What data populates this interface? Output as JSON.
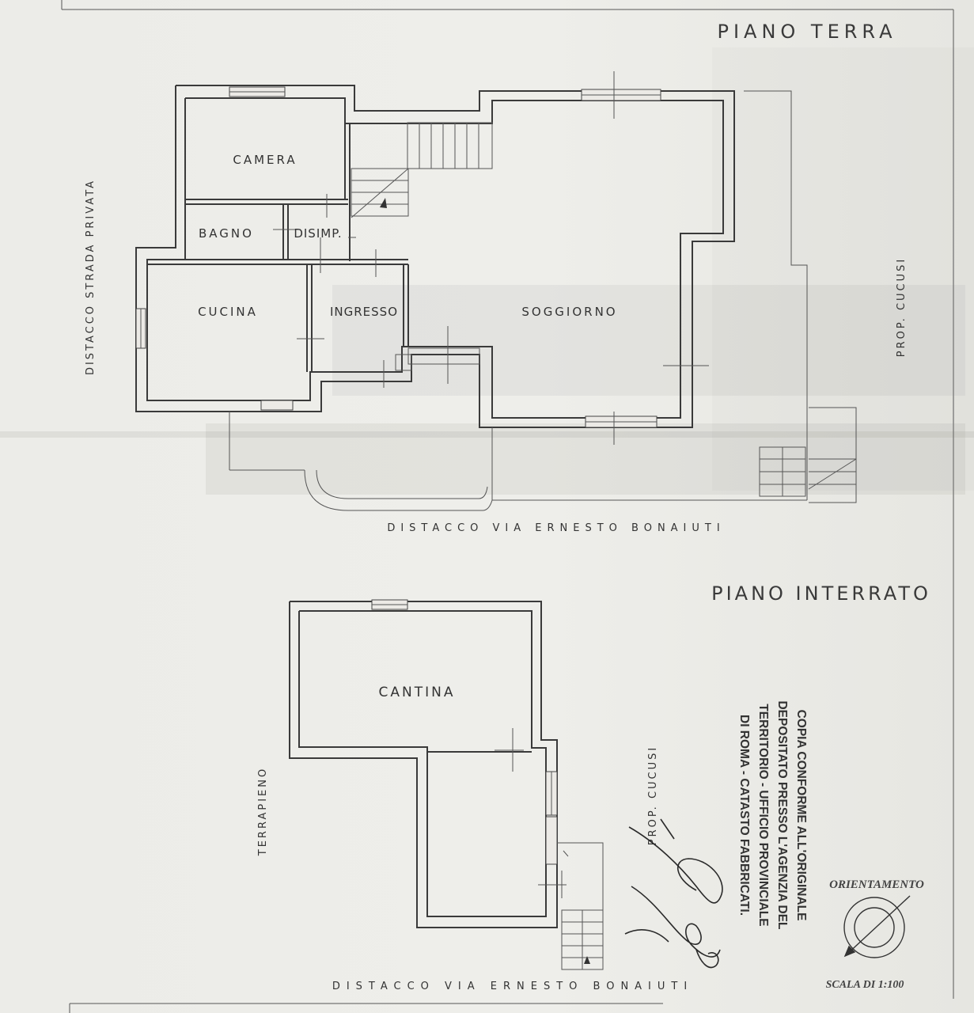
{
  "titles": {
    "ground_floor": "PIANO TERRA",
    "basement": "PIANO INTERRATO"
  },
  "rooms": {
    "camera": "CAMERA",
    "bagno": "BAGNO",
    "disimpegno": "DISIMP.",
    "cucina": "CUCINA",
    "ingresso": "INGRESSO",
    "soggiorno": "SOGGIORNO",
    "cantina": "CANTINA"
  },
  "labels": {
    "left_boundary": "DISTACCO STRADA PRIVATA",
    "right_boundary_top": "PROP. CUCUSI",
    "ground_street": "DISTACCO VIA ERNESTO BONAIUTI",
    "basement_left": "TERRAPIENO",
    "basement_right": "PROP. CUCUSI",
    "basement_street": "DISTACCO VIA ERNESTO BONAIUTI"
  },
  "stamp": {
    "lines": [
      "COPIA CONFORME ALL'ORIGINALE",
      "DEPOSITATO PRESSO L'AGENZIA DEL",
      "TERRITORIO - UFFICIO PROVINCIALE",
      "DI ROMA - CATASTO FABBRICATI."
    ]
  },
  "orientation": "ORIENTAMENTO",
  "scale": "SCALA DI 1:100"
}
